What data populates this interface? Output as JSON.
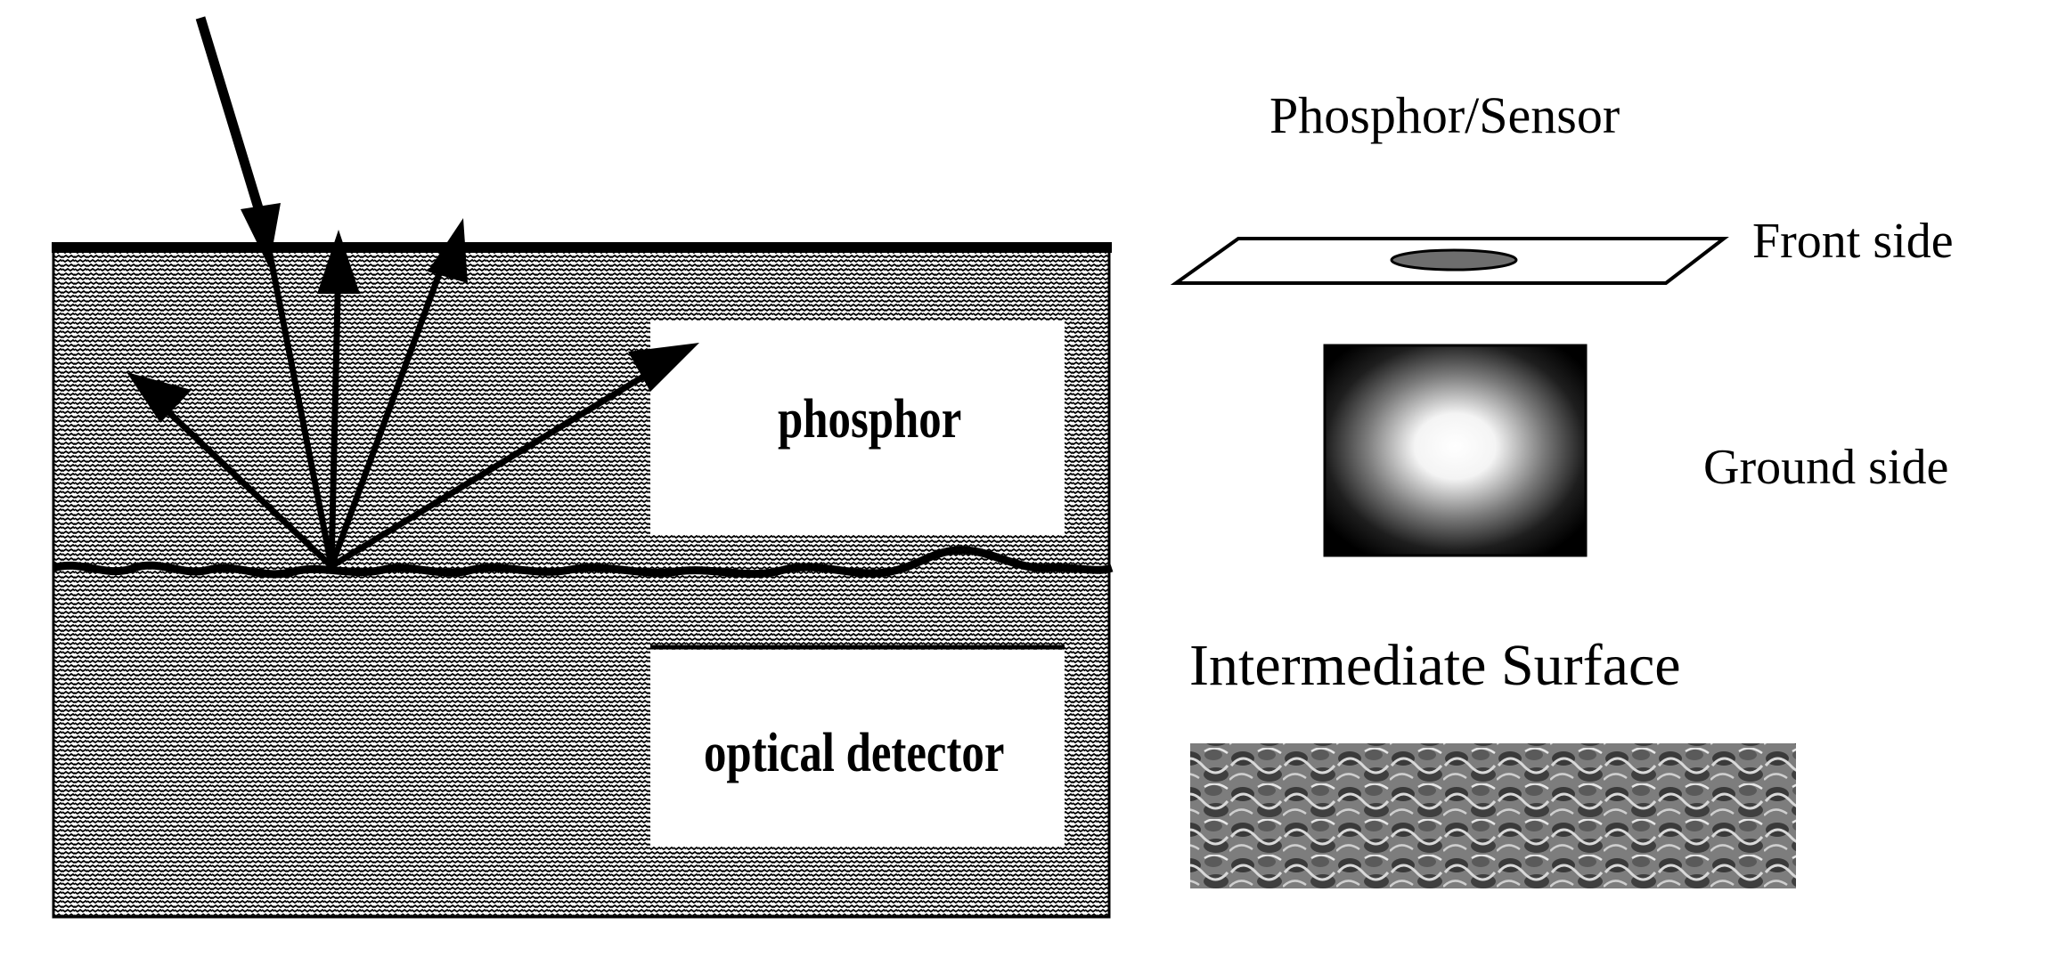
{
  "diagram": {
    "left_panel": {
      "phosphor_label": "phosphor",
      "detector_label": "optical detector"
    },
    "right_panel": {
      "sensor_title": "Phosphor/Sensor",
      "front_side_label": "Front side",
      "ground_side_label": "Ground side",
      "surface_title": "Intermediate Surface"
    },
    "icons": {
      "incident_light": "arrow-down-right-icon",
      "scattered_light": "arrow-up-icon",
      "sensor_plate": "plate-icon",
      "glow_image": "glow-spot-icon",
      "surface_micrograph": "rough-surface-icon"
    }
  }
}
